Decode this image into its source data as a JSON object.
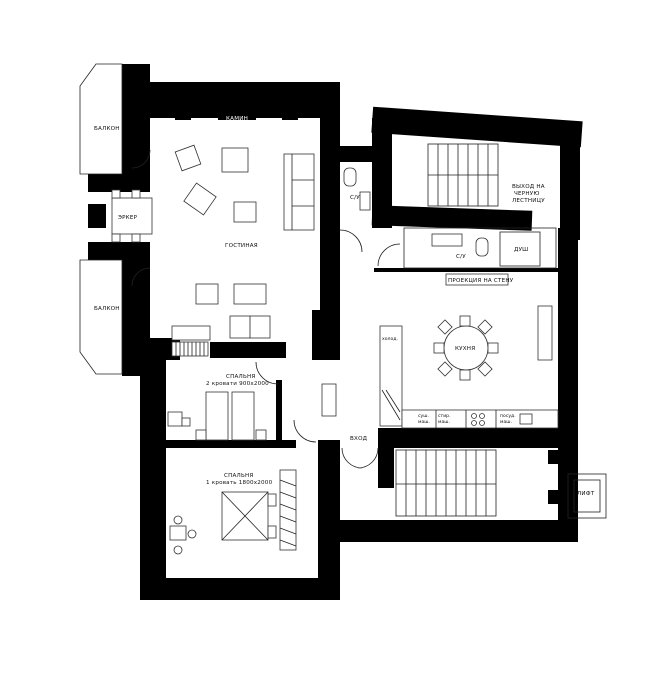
{
  "rooms": {
    "balcony_top": "БАЛКОН",
    "balcony_bottom": "БАЛКОН",
    "fireplace": "КАМИН",
    "bay": "ЭРКЕР",
    "living": "ГОСТИНАЯ",
    "wc_small": "С/У",
    "wc": "С/У",
    "shower": "ДУШ",
    "back_stairs": [
      "ВЫХОД НА",
      "ЧЕРНУЮ",
      "ЛЕСТНИЦУ"
    ],
    "projection": "ПРОЕКЦИЯ НА СТЕНУ",
    "fridge": "холод.",
    "kitchen": "КУХНЯ",
    "dryer": [
      "суш.",
      "маш."
    ],
    "washer": [
      "стир.",
      "маш."
    ],
    "dishwasher": [
      "посуд.",
      "маш."
    ],
    "bedroom1": [
      "СПАЛЬНЯ",
      "2 кровати 900х2000"
    ],
    "bedroom2": [
      "СПАЛЬНЯ",
      "1 кровать 1800х2000"
    ],
    "entrance": "ВХОД",
    "lift": "ЛИФТ"
  }
}
